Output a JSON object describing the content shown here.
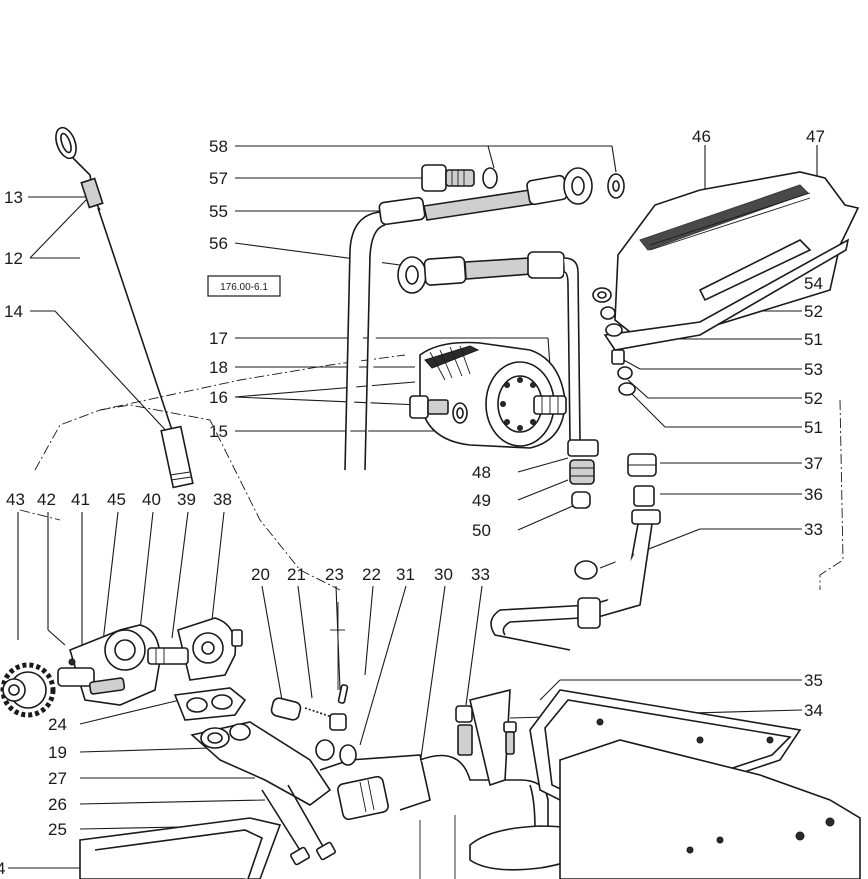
{
  "figure": {
    "reference_code": "176.00-6.1",
    "callouts": [
      "58",
      "57",
      "55",
      "56",
      "46",
      "47",
      "13",
      "12",
      "14",
      "17",
      "18",
      "16",
      "15",
      "54",
      "52",
      "51",
      "53",
      "52",
      "51",
      "48",
      "49",
      "50",
      "37",
      "36",
      "33",
      "43",
      "42",
      "41",
      "45",
      "40",
      "39",
      "38",
      "20",
      "21",
      "23",
      "22",
      "31",
      "30",
      "33",
      "35",
      "34",
      "24",
      "19",
      "27",
      "26",
      "25",
      "4"
    ]
  }
}
